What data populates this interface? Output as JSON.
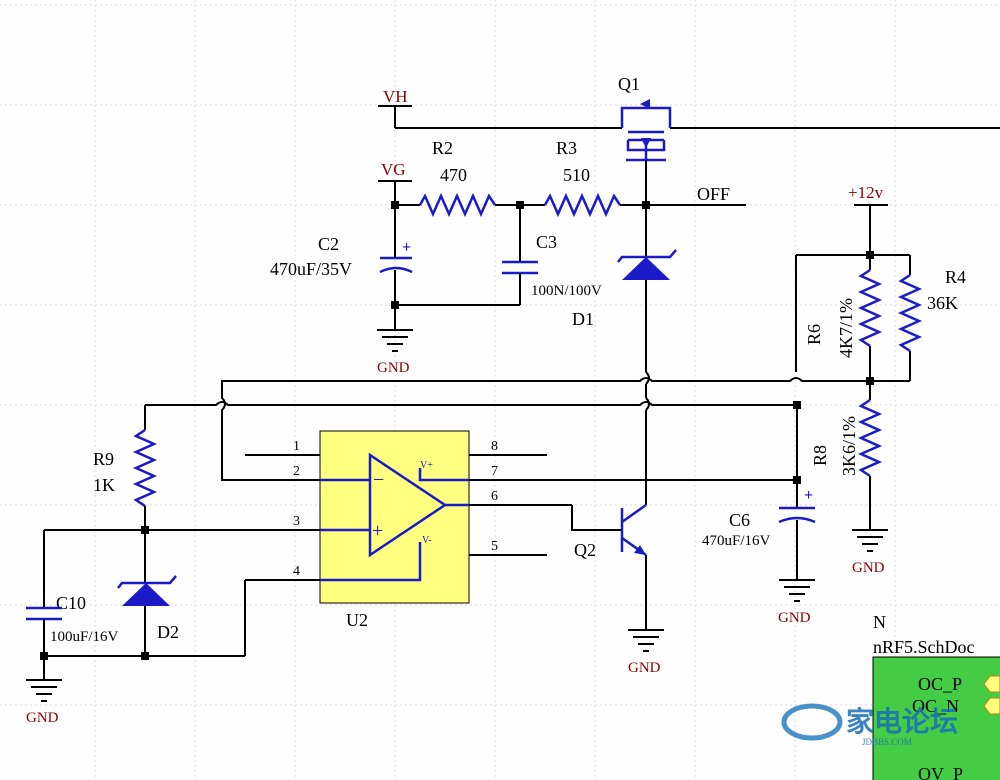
{
  "power_ports": {
    "vh": "VH",
    "vg": "VG",
    "p12v": "+12v"
  },
  "ground_label": "GND",
  "net_labels": {
    "off": "OFF"
  },
  "components": {
    "q1": {
      "ref": "Q1"
    },
    "q2": {
      "ref": "Q2"
    },
    "r2": {
      "ref": "R2",
      "value": "470"
    },
    "r3": {
      "ref": "R3",
      "value": "510"
    },
    "r4": {
      "ref": "R4",
      "value": "36K"
    },
    "r6": {
      "ref": "R6",
      "value": "4K7/1%"
    },
    "r8": {
      "ref": "R8",
      "value": "3K6/1%"
    },
    "r9": {
      "ref": "R9",
      "value": "1K"
    },
    "c2": {
      "ref": "C2",
      "value": "470uF/35V"
    },
    "c3": {
      "ref": "C3",
      "value": "100N/100V"
    },
    "c6": {
      "ref": "C6",
      "value": "470uF/16V"
    },
    "c10": {
      "ref": "C10",
      "value": "100uF/16V"
    },
    "d1": {
      "ref": "D1"
    },
    "d2": {
      "ref": "D2"
    },
    "u2": {
      "ref": "U2",
      "vplus": "V+",
      "vminus": "V-",
      "pins": [
        "1",
        "2",
        "3",
        "4",
        "5",
        "6",
        "7",
        "8"
      ]
    }
  },
  "sheet_symbol": {
    "designator": "N",
    "filename": "nRF5.SchDoc",
    "ports": [
      "OC_P",
      "OC_N",
      "OV_P"
    ]
  },
  "watermark": {
    "text": "家电论坛",
    "sub": "JDBBS.COM"
  },
  "colors": {
    "background": "#fefefe",
    "grid": "#d9d9d9",
    "wire": "#000000",
    "symbol": "#1a1ac8",
    "power_text": "#8b0000",
    "opamp_fill": "#ffff80",
    "sheet_fill": "#44cc44"
  }
}
